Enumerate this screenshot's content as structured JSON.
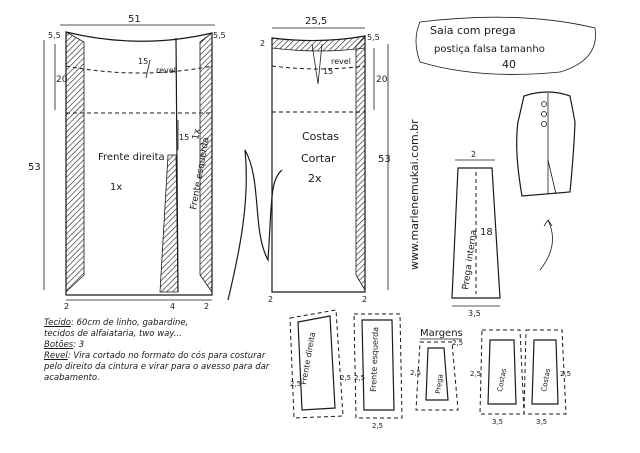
{
  "title": {
    "line1": "Saia com prega",
    "line2": "postiça falsa tamanho",
    "size": "40"
  },
  "website": "www.marlenemukai.com.br",
  "front": {
    "width_label": "51",
    "corner_left": "5,5",
    "corner_right": "5,5",
    "hip_depth": "20",
    "length": "53",
    "revel_label": "revel",
    "revel_depth": "15",
    "pleat_depth": "15",
    "piece_name": "Frente direita",
    "piece_count": "1x",
    "left_piece_name": "Frente esquerda",
    "left_piece_count": "1x",
    "hem_left": "2",
    "hem_mid": "4",
    "hem_right": "2"
  },
  "back": {
    "width_label": "25,5",
    "corner_left": "2",
    "corner_right": "5,5",
    "hip_depth": "20",
    "length": "53",
    "revel_label": "revel",
    "revel_depth": "15",
    "piece_name": "Costas",
    "piece_action": "Cortar",
    "piece_count": "2x",
    "hem_left": "2",
    "hem_right": "2"
  },
  "pleat": {
    "top_width": "2",
    "length": "18",
    "bottom_width": "3,5",
    "piece_name": "Prega interna"
  },
  "notes": {
    "tecido_label": "Tecido",
    "tecido_text": ": 60cm de linho, gabardine,",
    "tecido_line2": "tecidos de alfaiataria, two way...",
    "botoes_label": "Botões",
    "botoes_text": ": 3",
    "revel_label": "Revel",
    "revel_text": ": Vira cortado no formato do cós para costurar pelo direito da cintura e virar para o avesso para dar acabamento."
  },
  "facings": {
    "front_right_label": "Frente direita",
    "front_left_label": "Frente esquerda",
    "m1": "2,5",
    "m2": "2,5",
    "m3": "2,5",
    "m4": "2,5"
  },
  "margins": {
    "heading": "Margens",
    "pleat_label": "Prega",
    "back_a_label": "Costas",
    "back_b_label": "Costas",
    "m_a": "2,5",
    "m_b": "2,5",
    "m_c": "2,5",
    "m_d": "2,5",
    "m_e": "3,5",
    "m_f": "3,5"
  }
}
